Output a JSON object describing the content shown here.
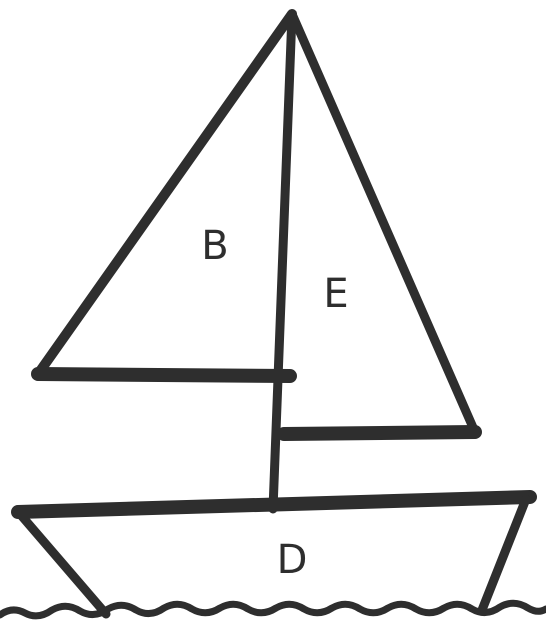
{
  "diagram": {
    "labels": {
      "main_sail": "B",
      "jib_sail": "E",
      "hull": "D"
    },
    "colors": {
      "ink": "#2e2e2e",
      "background": "#ffffff"
    }
  }
}
